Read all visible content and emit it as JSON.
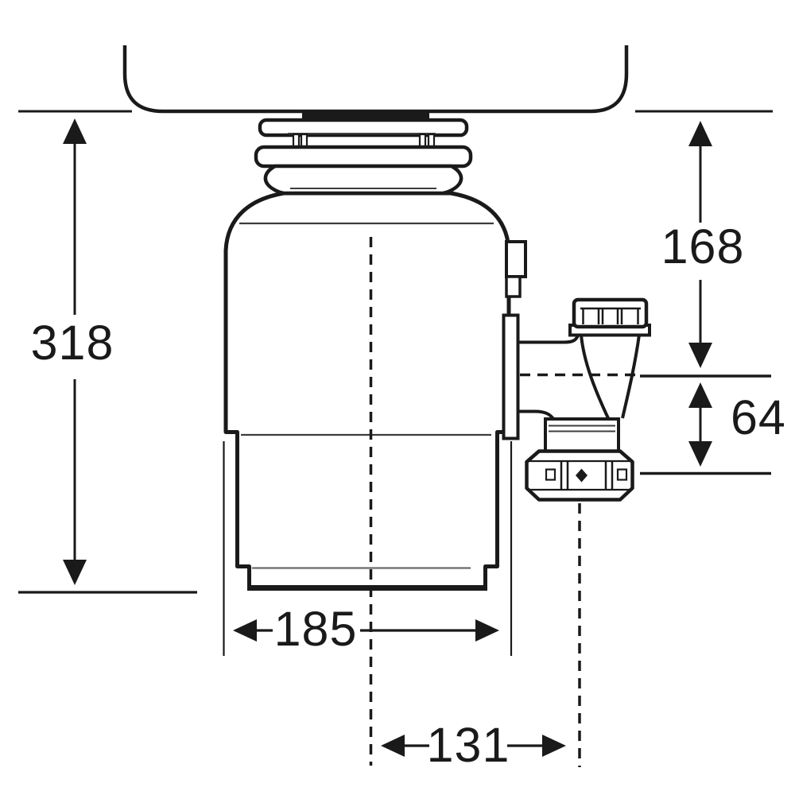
{
  "diagram": {
    "type": "technical-dimension-drawing",
    "subject": "food-waste-disposer-under-sink-side-view",
    "units_implied": "mm",
    "colors": {
      "background": "#ffffff",
      "line": "#1a1a1a"
    },
    "dimensions": {
      "overall_height": {
        "value": "318",
        "orientation": "vertical",
        "measures": "underside of sink to bottom of disposer unit"
      },
      "sink_to_outlet_center": {
        "value": "168",
        "orientation": "vertical",
        "measures": "underside of sink to outlet centerline"
      },
      "outlet_drop": {
        "value": "64",
        "orientation": "vertical",
        "measures": "outlet centerline to lower swivel nut centerline"
      },
      "body_width": {
        "value": "185",
        "orientation": "horizontal",
        "measures": "maximum body width"
      },
      "center_to_outlet": {
        "value": "131",
        "orientation": "horizontal",
        "measures": "disposer centerline to drain outlet centerline"
      }
    },
    "parts": [
      "sink-bowl",
      "mounting-gasket",
      "mounting-flange-assembly",
      "disposer-body",
      "side-tab",
      "outlet-mounting-plate",
      "outlet-pipe",
      "dishwasher-inlet-nut",
      "tapered-hopper",
      "union-coupling",
      "drain-swivel-nut",
      "disposer-centerline",
      "outlet-centerline"
    ]
  }
}
